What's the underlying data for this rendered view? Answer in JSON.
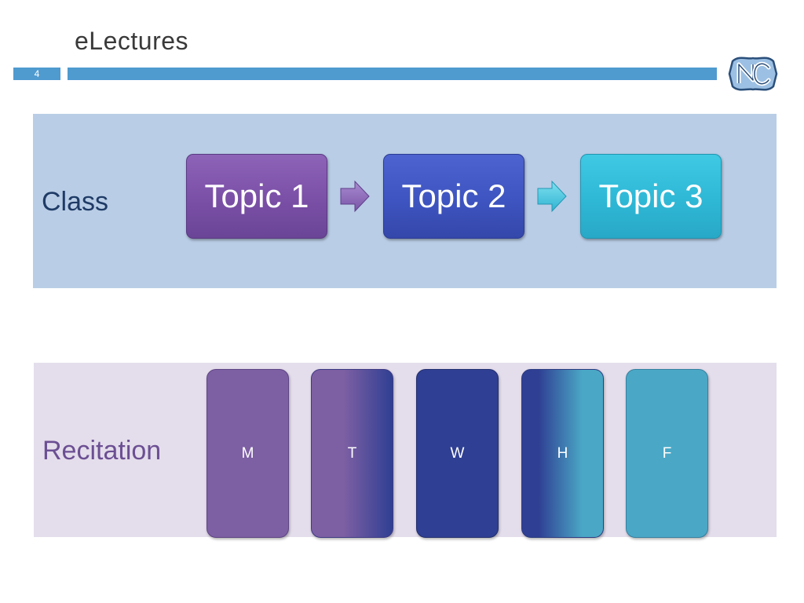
{
  "slide": {
    "title": "eLectures",
    "page_number": "4"
  },
  "colors": {
    "accent_bar": "#4f9bd0",
    "class_panel": "#b9cde6",
    "recitation_panel": "#e4ddeb",
    "topic_1": "#7a4fa6",
    "topic_2": "#3e54c0",
    "topic_3": "#2eb8d6"
  },
  "logo": {
    "icon": "nc-logo-icon"
  },
  "class_row": {
    "label": "Class",
    "topics": [
      "Topic 1",
      "Topic 2",
      "Topic 3"
    ],
    "connector_icon": "right-arrow-icon"
  },
  "recitation_row": {
    "label": "Recitation",
    "days": [
      "M",
      "T",
      "W",
      "H",
      "F"
    ]
  }
}
